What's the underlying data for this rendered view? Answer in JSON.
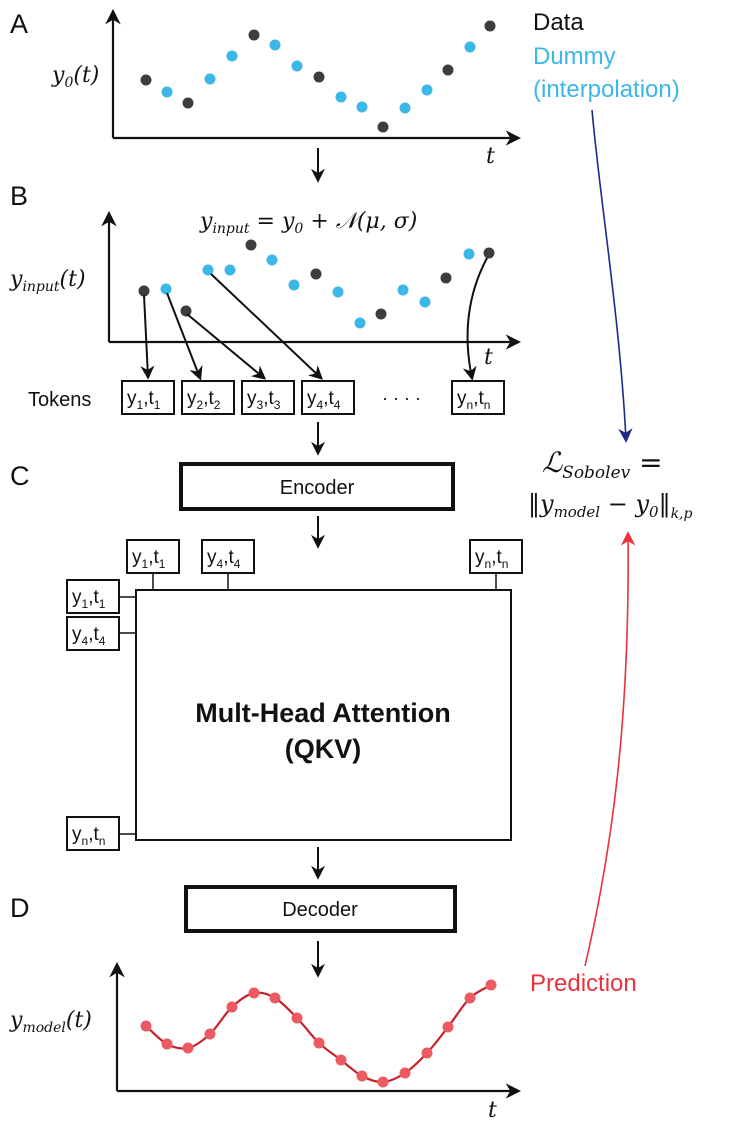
{
  "panels": [
    "A",
    "B",
    "C",
    "D"
  ],
  "legend": {
    "data_label": "Data",
    "dummy_label": "Dummy",
    "dummy_sub": "(interpolation)",
    "prediction_label": "Prediction"
  },
  "colors": {
    "data": "#3d3d3d",
    "dummy": "#3bb7e8",
    "prediction": "#e8323c",
    "loss_arrow_blue": "#1c2a8c",
    "loss_arrow_red": "#e8323c"
  },
  "plot_a": {
    "y_label_main": "y",
    "y_label_sub": "0",
    "y_label_arg": "(t)",
    "x_label": "t"
  },
  "plot_b": {
    "y_label_main": "y",
    "y_label_sub": "input",
    "y_label_arg": "(t)",
    "x_label": "t",
    "noise_eq": {
      "lhs_main": "y",
      "lhs_sub": "input",
      "rhs_pre": " = y",
      "rhs_sub": "0",
      "rhs_post": " + 𝒩(μ, σ)"
    }
  },
  "tokens": {
    "label": "Tokens",
    "ellipsis": "· · · ·",
    "items": [
      {
        "y": "y",
        "ys": "1",
        "t": "t",
        "ts": "1"
      },
      {
        "y": "y",
        "ys": "2",
        "t": "t",
        "ts": "2"
      },
      {
        "y": "y",
        "ys": "3",
        "t": "t",
        "ts": "3"
      },
      {
        "y": "y",
        "ys": "4",
        "t": "t",
        "ts": "4"
      },
      {
        "y": "y",
        "ys": "n",
        "t": "t",
        "ts": "n"
      }
    ]
  },
  "encoder_label": "Encoder",
  "decoder_label": "Decoder",
  "attention": {
    "title_line1": "Mult-Head Attention",
    "title_line2": "(QKV)",
    "top_tokens": [
      {
        "y": "y",
        "ys": "1",
        "t": "t",
        "ts": "1"
      },
      {
        "y": "y",
        "ys": "4",
        "t": "t",
        "ts": "4"
      },
      {
        "y": "y",
        "ys": "n",
        "t": "t",
        "ts": "n"
      }
    ],
    "left_tokens": [
      {
        "y": "y",
        "ys": "1",
        "t": "t",
        "ts": "1"
      },
      {
        "y": "y",
        "ys": "4",
        "t": "t",
        "ts": "4"
      },
      {
        "y": "y",
        "ys": "n",
        "t": "t",
        "ts": "n"
      }
    ]
  },
  "loss": {
    "line1_main": "ℒ",
    "line1_sub": "Sobolev",
    "line1_post": " =",
    "line2_pre": "‖y",
    "line2_sub1": "model",
    "line2_mid": " − y",
    "line2_sub2": "0",
    "line2_post": "‖",
    "line2_sub3": "k,p"
  },
  "plot_d": {
    "y_label_main": "y",
    "y_label_sub": "model",
    "y_label_arg": "(t)",
    "x_label": "t"
  }
}
